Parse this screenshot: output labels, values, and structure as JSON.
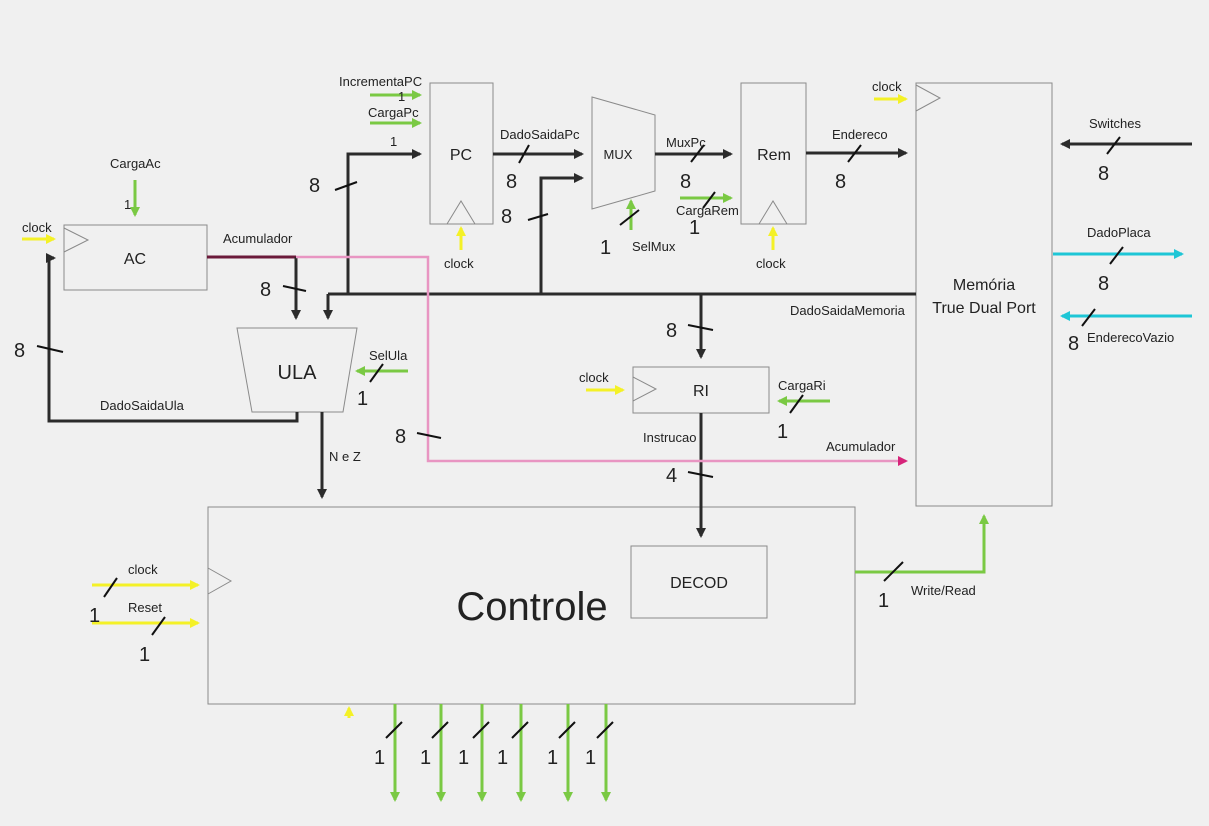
{
  "blocks": {
    "ac": "AC",
    "pc": "PC",
    "mux": "MUX",
    "rem": "Rem",
    "ula": "ULA",
    "ri": "RI",
    "memoria_line1": "Memória",
    "memoria_line2": "True Dual Port",
    "controle": "Controle",
    "decod": "DECOD"
  },
  "signals": {
    "incrementa_pc": "IncrementaPC",
    "carga_pc": "CargaPc",
    "carga_ac": "CargaAc",
    "clock": "clock",
    "acumulador": "Acumulador",
    "dado_saida_pc": "DadoSaidaPc",
    "mux_pc": "MuxPc",
    "carga_rem": "CargaRem",
    "sel_mux": "SelMux",
    "endereco": "Endereco",
    "switches": "Switches",
    "dado_placa": "DadoPlaca",
    "endereco_vazio": "EnderecoVazio",
    "dado_saida_memoria": "DadoSaidaMemoria",
    "sel_ula": "SelUla",
    "dado_saida_ula": "DadoSaidaUla",
    "carga_ri": "CargaRi",
    "instrucao": "Instrucao",
    "n_e_z": "N e Z",
    "reset": "Reset",
    "write_read": "Write/Read"
  },
  "widths": {
    "w1": "1",
    "w4": "4",
    "w8": "8"
  },
  "colors": {
    "data_bus": "#2b2b2b",
    "control": "#7ac943",
    "clock": "#f4f127",
    "io": "#1ec6d6",
    "acumulador": "#e895c2"
  }
}
